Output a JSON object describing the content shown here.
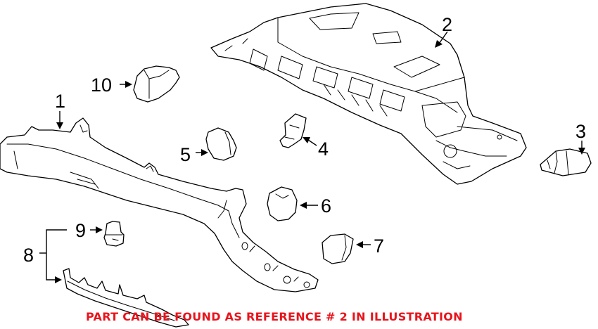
{
  "callouts": {
    "c1": "1",
    "c2": "2",
    "c3": "3",
    "c4": "4",
    "c5": "5",
    "c6": "6",
    "c7": "7",
    "c8": "8",
    "c9": "9",
    "c10": "10"
  },
  "footer": {
    "note": "PART CAN BE FOUND AS REFERENCE # 2 IN ILLUSTRATION"
  },
  "colors": {
    "note": "#e8141c",
    "line": "#000000",
    "background": "#ffffff"
  }
}
